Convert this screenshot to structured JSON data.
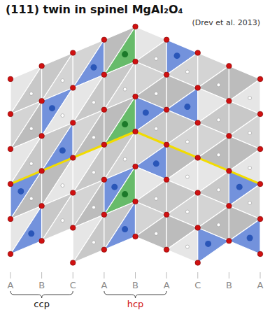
{
  "diagram": {
    "title": "(111) twin in spinel MgAl₂O₄",
    "labels": [
      "(Drev et al. 2013)",
      "A",
      "B",
      "C",
      "A",
      "B",
      "A",
      "C",
      "B",
      "A",
      "ccp",
      "hcp"
    ]
  }
}
